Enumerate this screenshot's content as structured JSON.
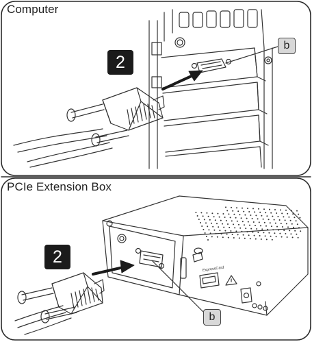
{
  "panels": {
    "top": {
      "title": "Computer",
      "step_badge": "2",
      "callout": "b"
    },
    "bottom": {
      "title": "PCIe Extension Box",
      "step_badge": "2",
      "callout": "b",
      "port_label": "ExpressCard"
    }
  },
  "colors": {
    "frame_stroke": "#2a2a2a",
    "badge_bg": "#1b1b1b",
    "callout_bg": "#d8d8d8",
    "line_art": "#333333"
  }
}
